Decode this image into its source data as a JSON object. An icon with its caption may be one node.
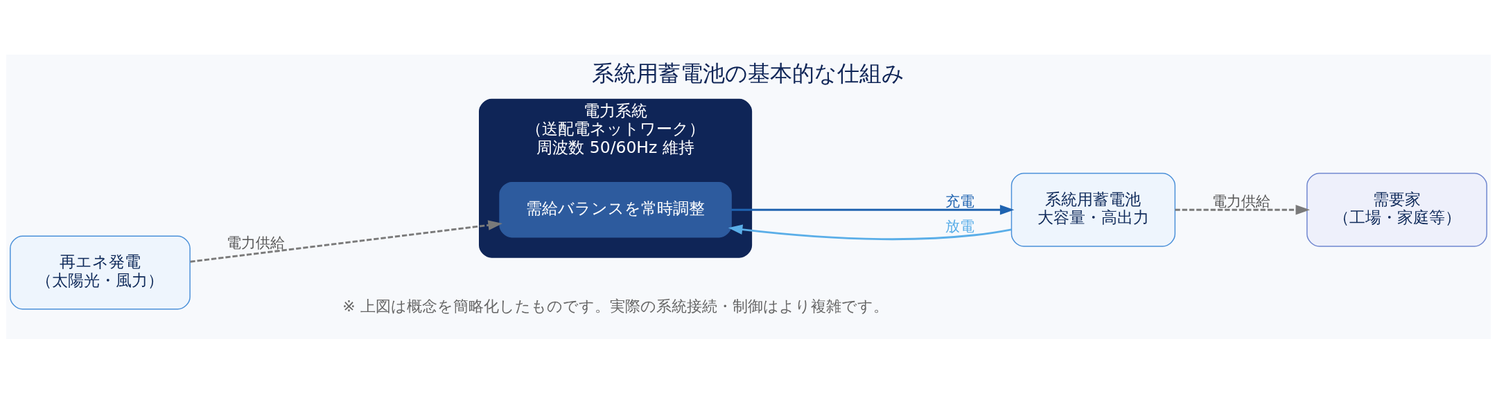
{
  "diagram": {
    "title": "系統用蓄電池の基本的な仕組み",
    "caption": "※ 上図は概念を簡略化したものです。実際の系統接続・制御はより複雑です。",
    "nodes": [
      {
        "text": [
          "再エネ発電",
          "（太陽光・風力）"
        ]
      },
      {
        "text": [
          "電力系統",
          "（送配電ネットワーク）",
          "周波数 50/60Hz 維持"
        ]
      },
      {
        "text": [
          "需給バランスを常時調整"
        ],
        "in": 1
      },
      {
        "text": [
          "系統用蓄電池",
          "大容量・高出力"
        ]
      },
      {
        "text": [
          "需要家",
          "（工場・家庭等）"
        ]
      }
    ],
    "edges": [
      {
        "from": 0,
        "to": 2,
        "arrow": "to",
        "label": "電力供給",
        "style": "dashed"
      },
      {
        "from": 2,
        "to": 3,
        "arrow": "to",
        "label": "充電",
        "color": "#1f63b0"
      },
      {
        "from": 3,
        "to": 2,
        "arrow": "to",
        "label": "放電",
        "color": "#5aaee8"
      },
      {
        "from": 3,
        "to": 4,
        "arrow": "to",
        "label": "電力供給",
        "style": "dashed"
      }
    ]
  }
}
